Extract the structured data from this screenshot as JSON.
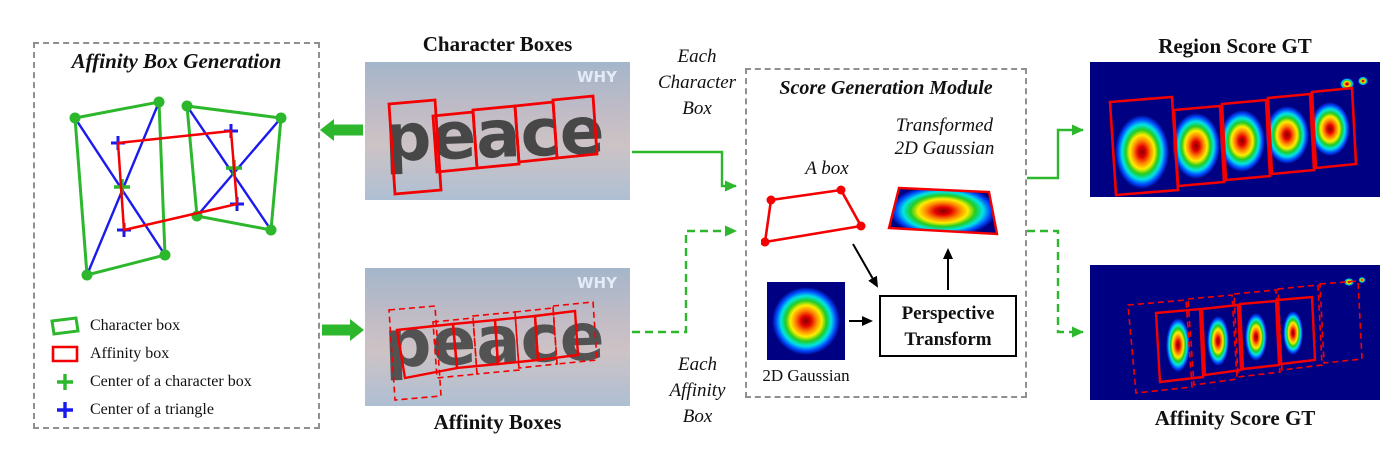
{
  "colors": {
    "green": "#2cb72c",
    "red": "#f40000",
    "blue": "#1a1aee",
    "navy": "#000082",
    "gray_border": "#909090"
  },
  "left_panel": {
    "title": "Affinity Box Generation",
    "legend": [
      {
        "label": "Character box"
      },
      {
        "label": "Affinity box"
      },
      {
        "label": "Center of a character box"
      },
      {
        "label": "Center of a triangle"
      }
    ]
  },
  "figures": {
    "character_boxes": {
      "title": "Character Boxes",
      "word": "peace",
      "watermark": "WHY"
    },
    "affinity_boxes": {
      "title": "Affinity Boxes",
      "word": "peace",
      "watermark": "WHY"
    },
    "region_score": {
      "title": "Region Score GT"
    },
    "affinity_score": {
      "title": "Affinity Score GT"
    }
  },
  "flow_labels": {
    "each_character": {
      "line1": "Each",
      "line2": "Character",
      "line3": "Box"
    },
    "each_affinity": {
      "line1": "Each",
      "line2": "Affinity",
      "line3": "Box"
    }
  },
  "module": {
    "title": "Score Generation Module",
    "a_box": "A box",
    "transformed": {
      "line1": "Transformed",
      "line2": "2D Gaussian"
    },
    "gaussian": "2D Gaussian",
    "perspective": {
      "line1": "Perspective",
      "line2": "Transform"
    }
  }
}
